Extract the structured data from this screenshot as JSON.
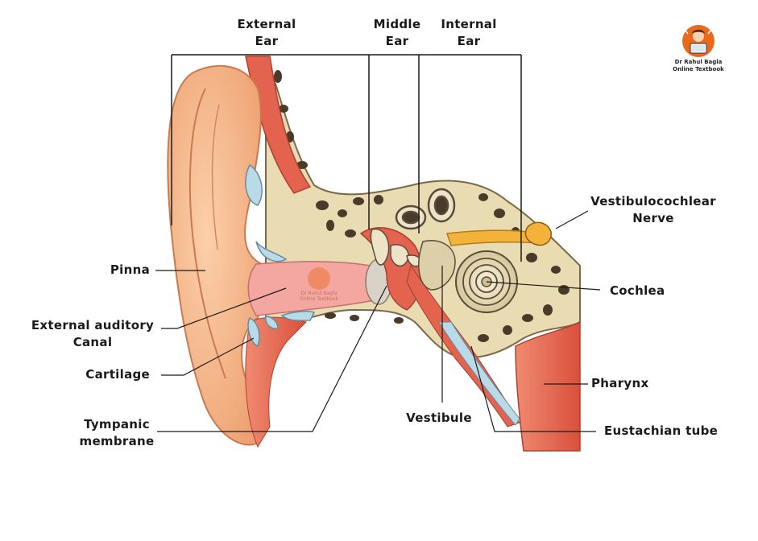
{
  "labels": {
    "external_ear": [
      "External",
      "Ear"
    ],
    "middle_ear": [
      "Middle",
      "Ear"
    ],
    "internal_ear": [
      "Internal",
      "Ear"
    ],
    "pinna": "Pinna",
    "external_auditory_canal": [
      "External auditory",
      "Canal"
    ],
    "cartilage": "Cartilage",
    "tympanic_membrane": [
      "Tympanic",
      "membrane"
    ],
    "vestibule": "Vestibule",
    "vestibulocochlear_nerve": [
      "Vestibulocochlear",
      "Nerve"
    ],
    "cochlea": "Cochlea",
    "pharynx": "Pharynx",
    "eustachian_tube": "Eustachian tube"
  },
  "logo": {
    "line1": "Dr Rahul Bagla",
    "line2": "Online Textbook",
    "icon": "professor-avatar-icon",
    "color": "#e86a1a"
  },
  "watermark": {
    "line1": "Dr Rahul Bagla",
    "line2": "Online Textbook"
  },
  "colors": {
    "skin": "#f6b98a",
    "skin_dark": "#e89a6a",
    "bone": "#e9dcb2",
    "bone_pore": "#4a3a2a",
    "canal": "#f4a7a0",
    "muscle": "#e4634e",
    "cartilage": "#b9dbe8",
    "nerve": "#f3b23a",
    "line": "#1a1a1a"
  }
}
